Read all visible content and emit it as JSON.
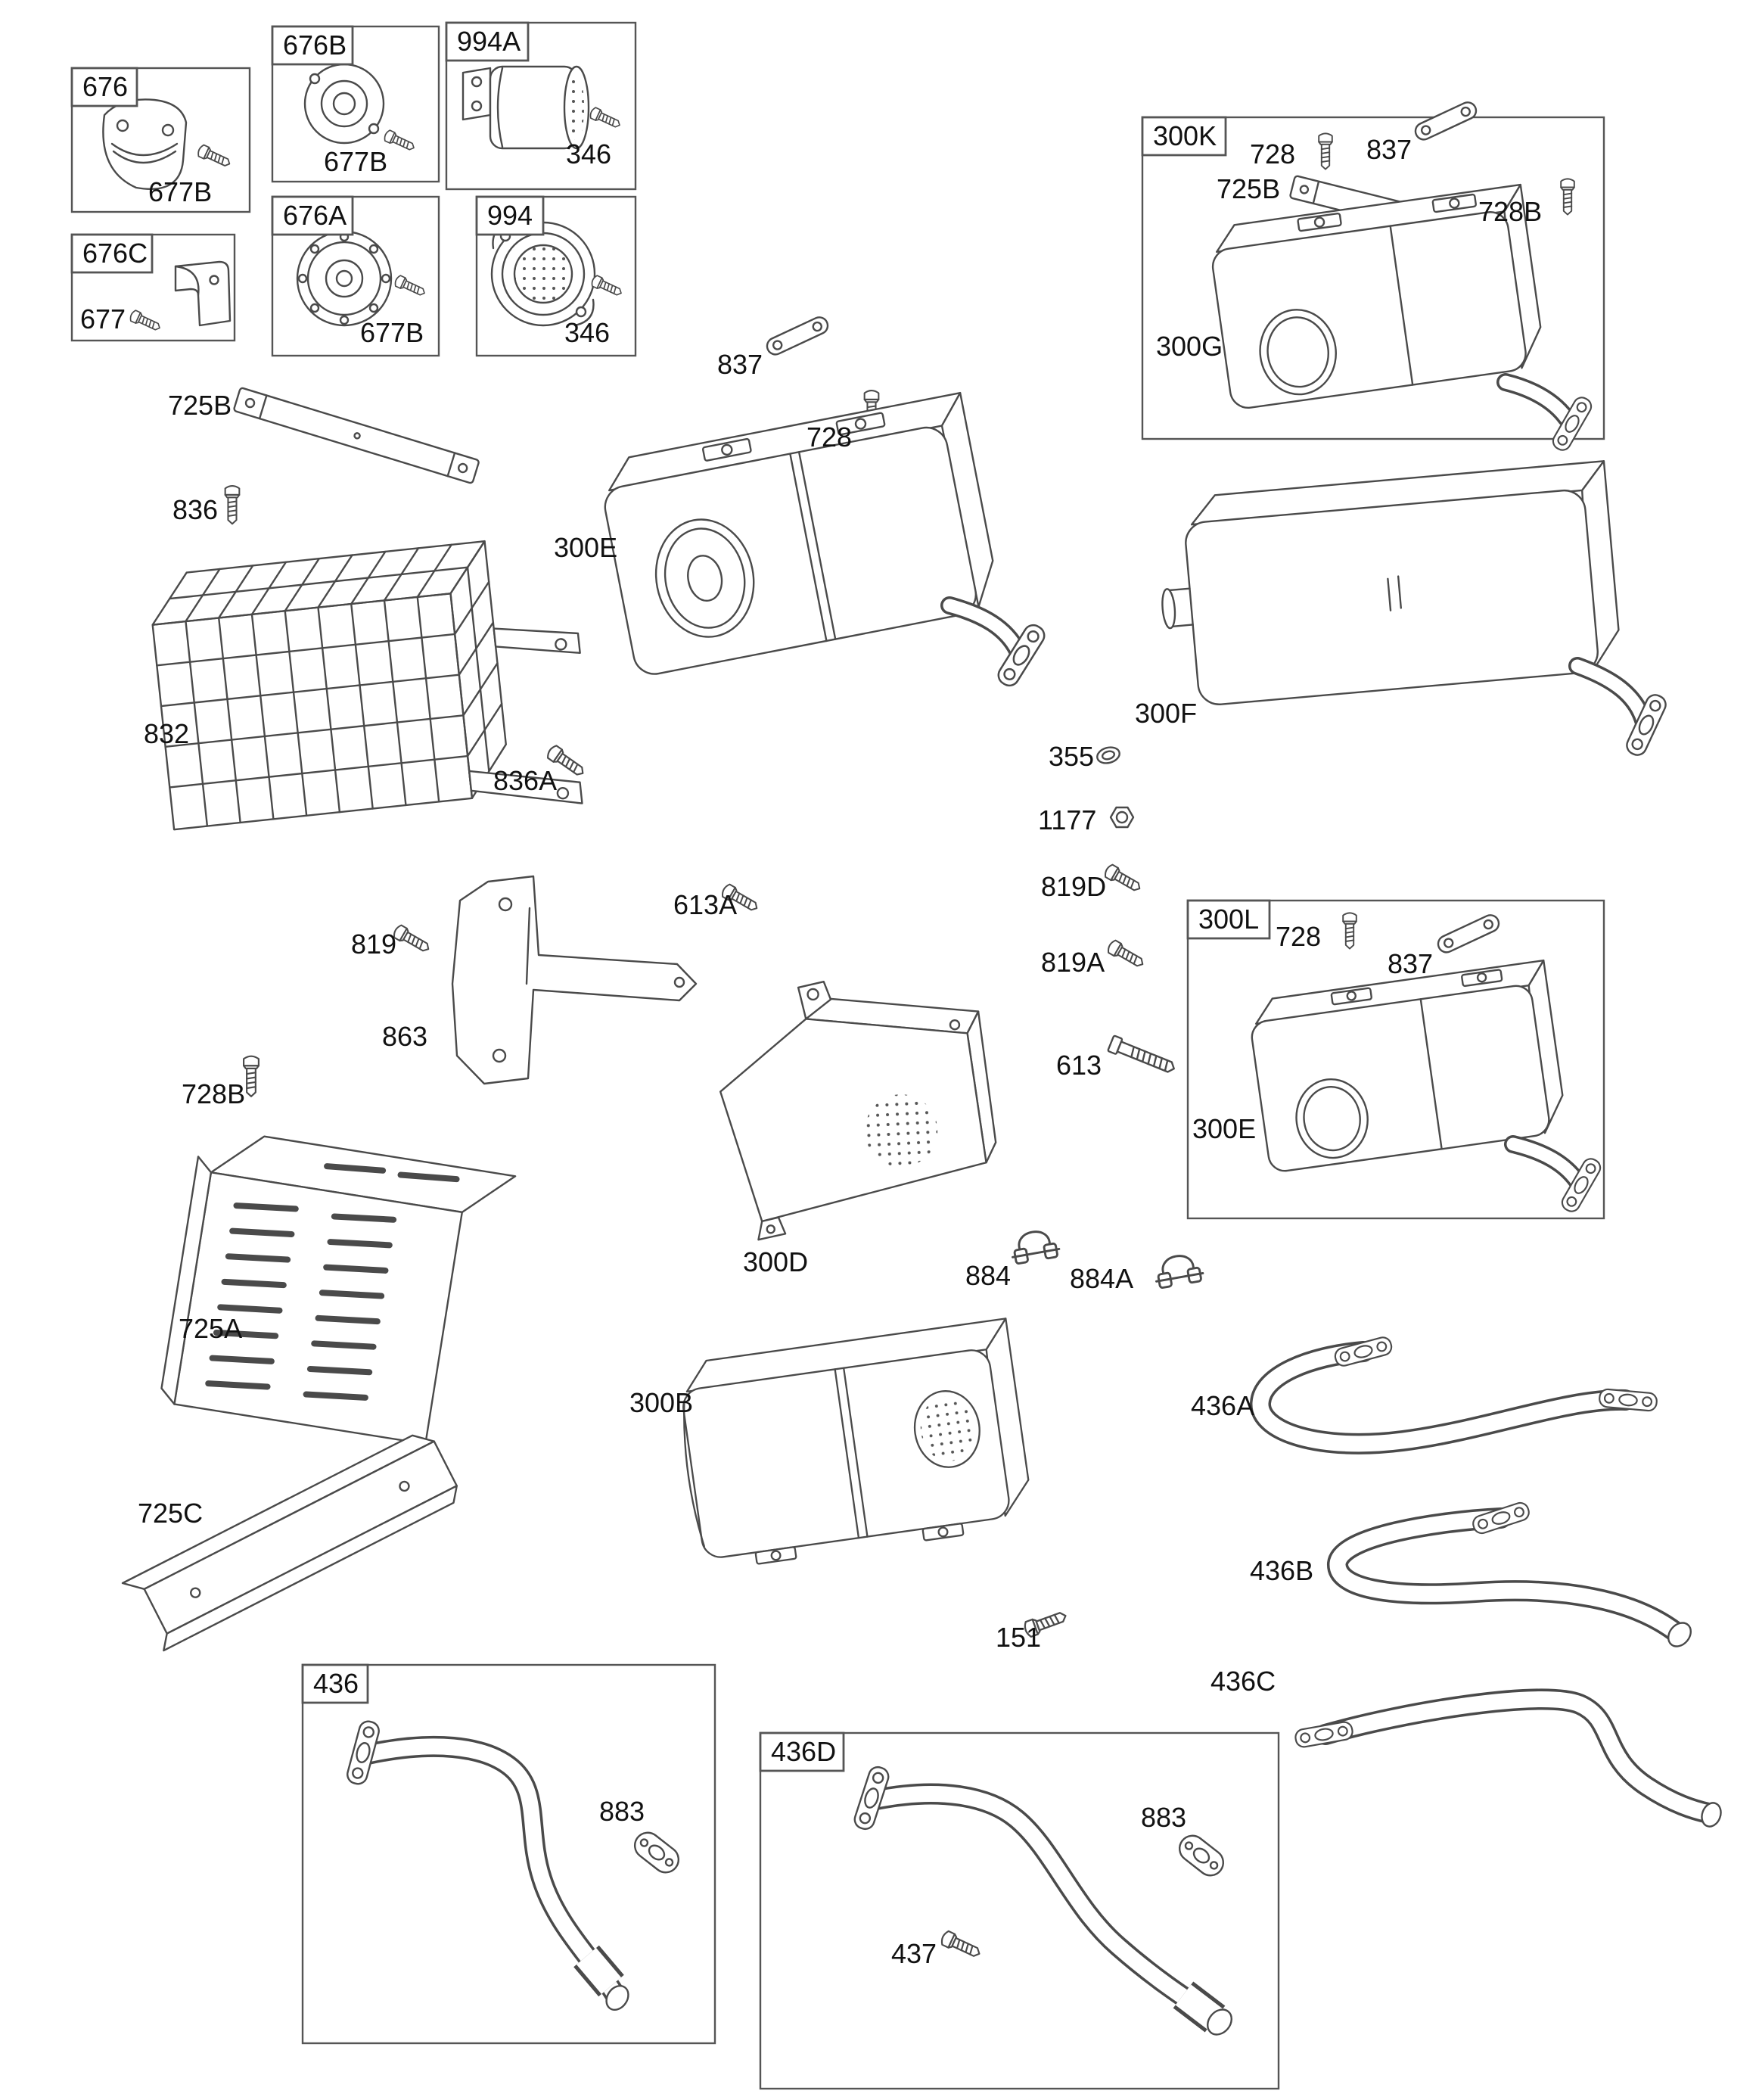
{
  "colors": {
    "line": "#4a4a4a",
    "text": "#111111",
    "background": "#ffffff"
  },
  "parts": {
    "676": "676",
    "676A": "676A",
    "676B": "676B",
    "676C": "676C",
    "677": "677",
    "677B": "677B",
    "994": "994",
    "994A": "994A",
    "346": "346",
    "300K": "300K",
    "300G": "300G",
    "300E": "300E",
    "300F": "300F",
    "300D": "300D",
    "300B": "300B",
    "300L": "300L",
    "725A": "725A",
    "725B": "725B",
    "725C": "725C",
    "728": "728",
    "728B": "728B",
    "836": "836",
    "836A": "836A",
    "832": "832",
    "837": "837",
    "819": "819",
    "819A": "819A",
    "819D": "819D",
    "613": "613",
    "613A": "613A",
    "863": "863",
    "355": "355",
    "1177": "1177",
    "884": "884",
    "884A": "884A",
    "151": "151",
    "436": "436",
    "436A": "436A",
    "436B": "436B",
    "436C": "436C",
    "436D": "436D",
    "883": "883",
    "437": "437"
  }
}
